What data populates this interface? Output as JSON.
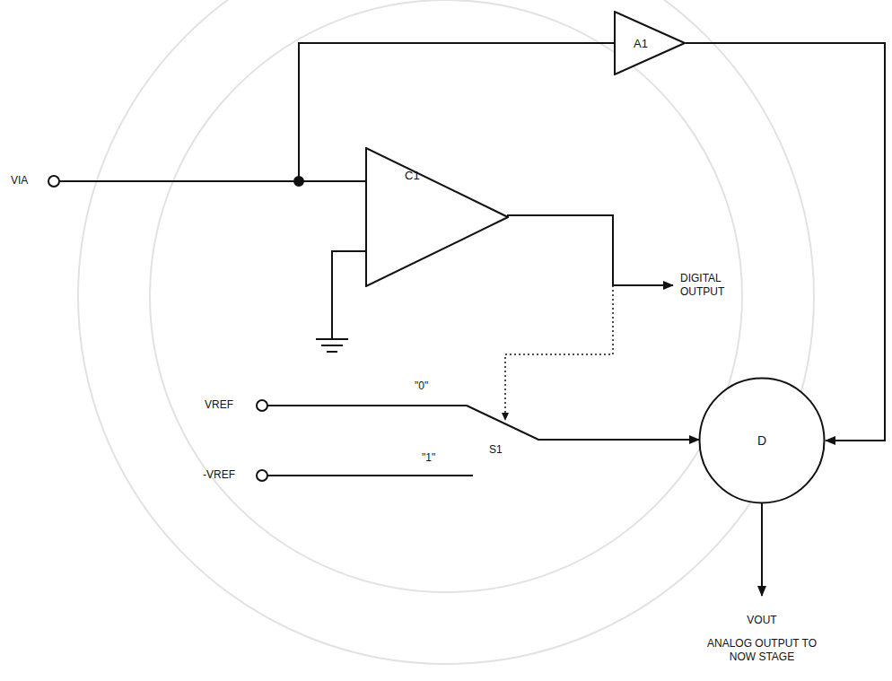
{
  "diagram": {
    "nodes": [
      {
        "text": [
          "A1"
        ]
      },
      {
        "text": [
          "C1"
        ]
      },
      {
        "text": [
          "D"
        ]
      }
    ],
    "edges": [
      {
        "from": 0,
        "to": 2,
        "arrow": "to"
      }
    ],
    "labels": [
      "VIA",
      "DIGITAL OUTPUT",
      "\"0\"",
      "\"1\"",
      "VREF",
      "-VREF",
      "S1",
      "VOUT",
      "ANALOG OUTPUT TO NOW STAGE"
    ]
  }
}
